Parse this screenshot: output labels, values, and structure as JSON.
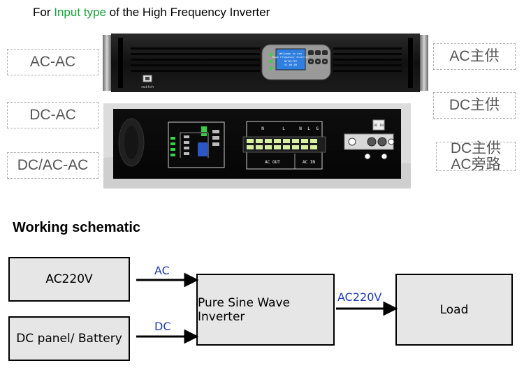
{
  "header": {
    "prefix": "For ",
    "highlight": "Input type",
    "suffix": " of the High Frequency Inverter",
    "highlight_color": "#18a33a"
  },
  "input_types": [
    "AC-AC",
    "DC-AC",
    "DC/AC-AC"
  ],
  "supply_modes": {
    "ac_main": "AC主供",
    "dc_main": "DC主供",
    "dc_main_ac_bypass_line1": "DC主供",
    "dc_main_ac_bypass_line2": "AC旁路"
  },
  "front_panel": {
    "lcd_lines": [
      "Welcome to use",
      "High Frequency Inverter",
      "NITELITE",
      "V1.00.00"
    ],
    "switch_label": "switch"
  },
  "rear_panel": {
    "ac_out_label": "AC OUT",
    "ac_in_label": "AC IN",
    "terminal_labels": [
      "N",
      "L",
      "N",
      "L",
      "G"
    ],
    "dc_in_label": "DC IN"
  },
  "schematic": {
    "title": "Working schematic",
    "source_ac": "AC220V",
    "source_dc": "DC panel/ Battery",
    "inverter": "Pure Sine Wave Inverter",
    "load": "Load",
    "arrow_ac": "AC",
    "arrow_dc": "DC",
    "arrow_out": "AC220V",
    "arrow_label_color": "#1f3bb3"
  }
}
